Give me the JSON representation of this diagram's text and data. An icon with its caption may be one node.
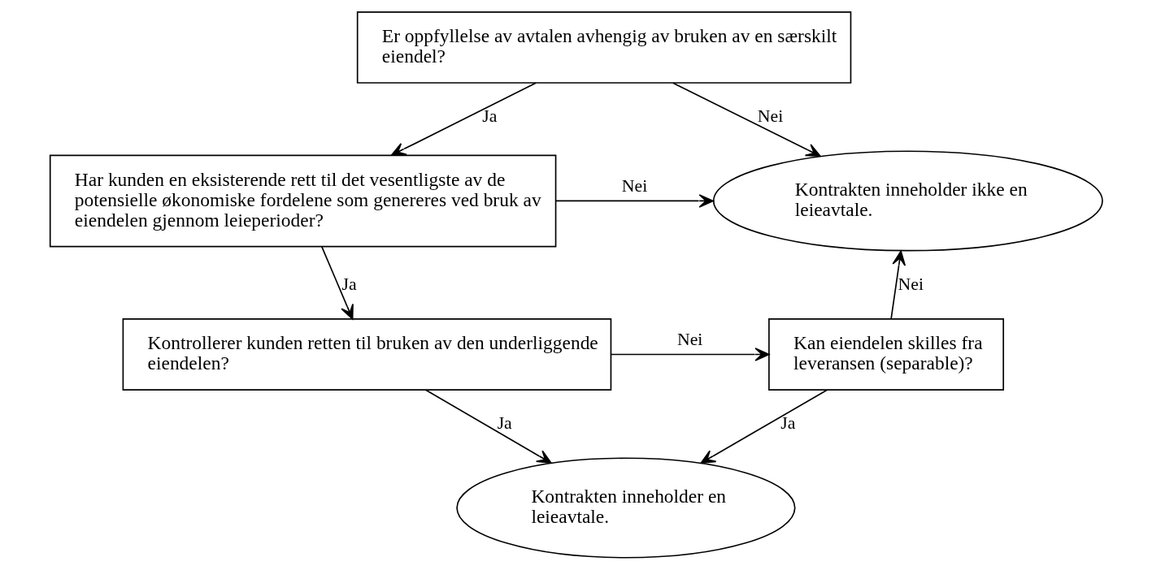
{
  "diagram": {
    "nodes": [
      {
        "text": [
          "Er oppfyllelse av avtalen avhengig av bruken av en særskilt eiendel?"
        ]
      },
      {
        "text": [
          "Har kunden en eksisterende rett til det vesentligste av de potensielle økonomiske fordelene som genereres ved bruk av eiendelen gjennom leieperioder?"
        ]
      },
      {
        "text": [
          "Kontrollerer kunden retten til bruken av den underliggende eiendelen?"
        ]
      },
      {
        "text": [
          "Kontrakten inneholder ikke en leieavtale."
        ]
      },
      {
        "text": [
          "Kan eiendelen skilles fra leveransen (separable)?"
        ]
      },
      {
        "text": [
          "Kontrakten inneholder en leieavtale."
        ]
      }
    ],
    "edges": [
      {
        "from": 0,
        "to": 1,
        "arrow": "to",
        "label": "Ja"
      },
      {
        "from": 0,
        "to": 3,
        "arrow": "to",
        "label": "Nei"
      },
      {
        "from": 1,
        "to": 3,
        "arrow": "to",
        "label": "Nei"
      },
      {
        "from": 1,
        "to": 2,
        "arrow": "to",
        "label": "Ja"
      },
      {
        "from": 2,
        "to": 4,
        "arrow": "to",
        "label": "Nei"
      },
      {
        "from": 4,
        "to": 3,
        "arrow": "to",
        "label": "Nei"
      },
      {
        "from": 2,
        "to": 5,
        "arrow": "to",
        "label": "Ja"
      },
      {
        "from": 4,
        "to": 5,
        "arrow": "to",
        "label": "Ja"
      }
    ]
  }
}
